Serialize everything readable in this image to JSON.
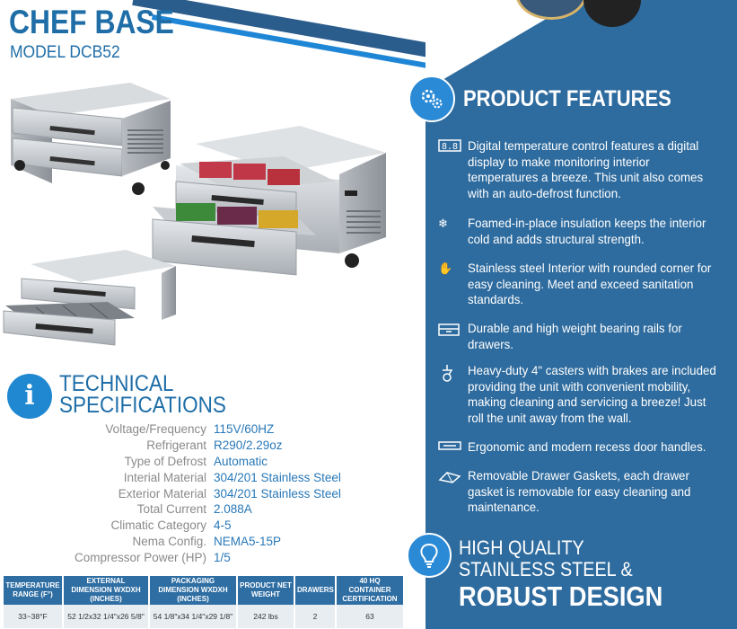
{
  "header": {
    "title": "CHEF BASE",
    "model": "MODEL DCB52"
  },
  "technical_specifications": {
    "title_line1": "TECHNICAL",
    "title_line2": "SPECIFICATIONS",
    "rows": [
      {
        "label": "Voltage/Frequency",
        "value": "115V/60HZ"
      },
      {
        "label": "Refrigerant",
        "value": "R290/2.29oz"
      },
      {
        "label": "Type of Defrost",
        "value": "Automatic"
      },
      {
        "label": "Interial Material",
        "value": "304/201 Stainless Steel"
      },
      {
        "label": "Exterior Material",
        "value": "304/201 Stainless Steel"
      },
      {
        "label": "Total Current",
        "value": "2.088A"
      },
      {
        "label": "Climatic Category",
        "value": "4-5"
      },
      {
        "label": "Nema Config.",
        "value": "NEMA5-15P"
      },
      {
        "label": "Compressor Power (HP)",
        "value": "1/5"
      }
    ]
  },
  "spec_table": {
    "headers": [
      "TEMPERATURE RANGE (F°)",
      "EXTERNAL DIMENSION WXDXH (INCHES)",
      "PACKAGING DIMENSION WXDXH (INCHES)",
      "PRODUCT NET WEIGHT",
      "DRAWERS",
      "40 HQ CONTAINER CERTIFICATION"
    ],
    "row": [
      "33~38°F",
      "52 1/2x32 1/4\"x26 5/8\"",
      "54 1/8\"x34 1/4\"x29 1/8\"",
      "242 lbs",
      "2",
      "63"
    ]
  },
  "product_features": {
    "title": "PRODUCT FEATURES",
    "items": [
      {
        "icon": "digital-display-icon",
        "text": "Digital temperature control features a digital display to make monitoring interior temperatures a breeze. This unit also comes with an auto-defrost function."
      },
      {
        "icon": "snowflake-icon",
        "text": "Foamed-in-place insulation keeps the interior cold and adds structural strength."
      },
      {
        "icon": "hand-shield-icon",
        "text": "Stainless steel Interior with rounded corner for easy cleaning.  Meet and exceed sanitation standards."
      },
      {
        "icon": "drawer-icon",
        "text": "Durable and high weight bearing rails for drawers."
      },
      {
        "icon": "caster-icon",
        "text": "Heavy-duty 4\" casters with brakes are included providing the unit with convenient mobility, making cleaning and servicing a breeze! Just roll the unit away from the wall."
      },
      {
        "icon": "door-handle-icon",
        "text": "Ergonomic and modern recess door handles."
      },
      {
        "icon": "gasket-icon",
        "text": "Removable Drawer Gaskets, each drawer gasket is removable for easy cleaning and maintenance."
      }
    ]
  },
  "highlight": {
    "line1": "HIGH QUALITY",
    "line2": "STAINLESS STEEL &",
    "line3": "ROBUST DESIGN"
  },
  "colors": {
    "brand_blue": "#1f6ea8",
    "panel_blue": "#2e6b9e",
    "icon_blue": "#2a8ad6"
  }
}
